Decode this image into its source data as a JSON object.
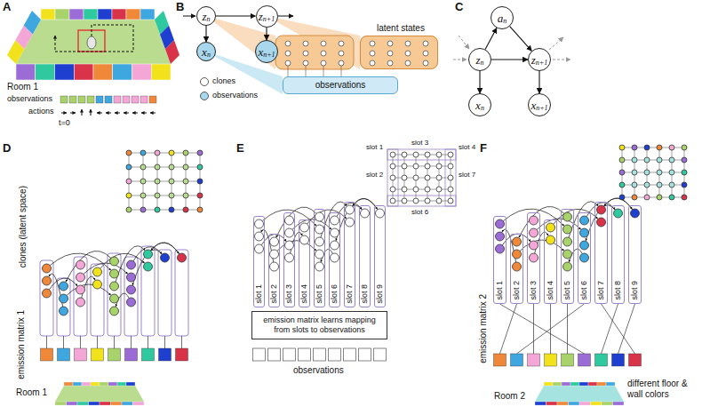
{
  "diagram": {
    "nodes": [
      {
        "text": [
          "z",
          "n"
        ]
      },
      {
        "text": [
          "z",
          "n+1"
        ]
      },
      {
        "text": [
          "x",
          "n"
        ]
      },
      {
        "text": [
          "x",
          "n+1"
        ]
      },
      {
        "text": [
          "latent states"
        ]
      },
      {
        "text": [
          "observations"
        ]
      },
      {
        "text": [
          "a",
          "n"
        ]
      },
      {
        "text": [
          "z",
          "n"
        ]
      },
      {
        "text": [
          "z",
          "n+1"
        ]
      },
      {
        "text": [
          "x",
          "n"
        ]
      },
      {
        "text": [
          "x",
          "n+1"
        ]
      },
      {
        "text": [
          "slot 1"
        ]
      },
      {
        "text": [
          "slot 2"
        ]
      },
      {
        "text": [
          "slot 3"
        ]
      },
      {
        "text": [
          "slot 4"
        ]
      },
      {
        "text": [
          "slot 5"
        ]
      },
      {
        "text": [
          "slot 6"
        ]
      },
      {
        "text": [
          "slot 7"
        ]
      },
      {
        "text": [
          "slot 8"
        ]
      },
      {
        "text": [
          "slot 9"
        ]
      },
      {
        "text": [
          "emission matrix learns mapping from slots to observations"
        ]
      },
      {
        "text": [
          "slot 1"
        ]
      },
      {
        "text": [
          "slot 2"
        ]
      },
      {
        "text": [
          "slot 3"
        ]
      },
      {
        "text": [
          "slot 4"
        ]
      },
      {
        "text": [
          "slot 5"
        ]
      },
      {
        "text": [
          "slot 6"
        ]
      },
      {
        "text": [
          "slot 7"
        ]
      },
      {
        "text": [
          "slot 8"
        ]
      },
      {
        "text": [
          "slot 9"
        ]
      }
    ],
    "edges": [
      {
        "from": 0,
        "to": 1,
        "arrow": "to"
      },
      {
        "from": 0,
        "to": 2,
        "arrow": "to"
      },
      {
        "from": 1,
        "to": 3,
        "arrow": "to"
      },
      {
        "from": 7,
        "to": 6,
        "arrow": "to"
      },
      {
        "from": 6,
        "to": 8,
        "arrow": "to"
      },
      {
        "from": 7,
        "to": 8,
        "arrow": "to"
      },
      {
        "from": 7,
        "to": 9,
        "arrow": "to"
      },
      {
        "from": 8,
        "to": 10,
        "arrow": "to"
      }
    ],
    "labels": [
      "A",
      "Room 1",
      "observations",
      "actions",
      "t=0",
      "B",
      "C",
      "D",
      "clones (latent space)",
      "emission matrix 1",
      "Room 1",
      "E",
      "slot 1",
      "slot 2",
      "slot 3",
      "slot 4",
      "slot 7",
      "slot 6",
      "observations",
      "F",
      "emission matrix 2",
      "Room 2",
      "different floor & wall colors"
    ],
    "legend": [
      {
        "text": "clones"
      },
      {
        "text": "observations"
      }
    ]
  }
}
